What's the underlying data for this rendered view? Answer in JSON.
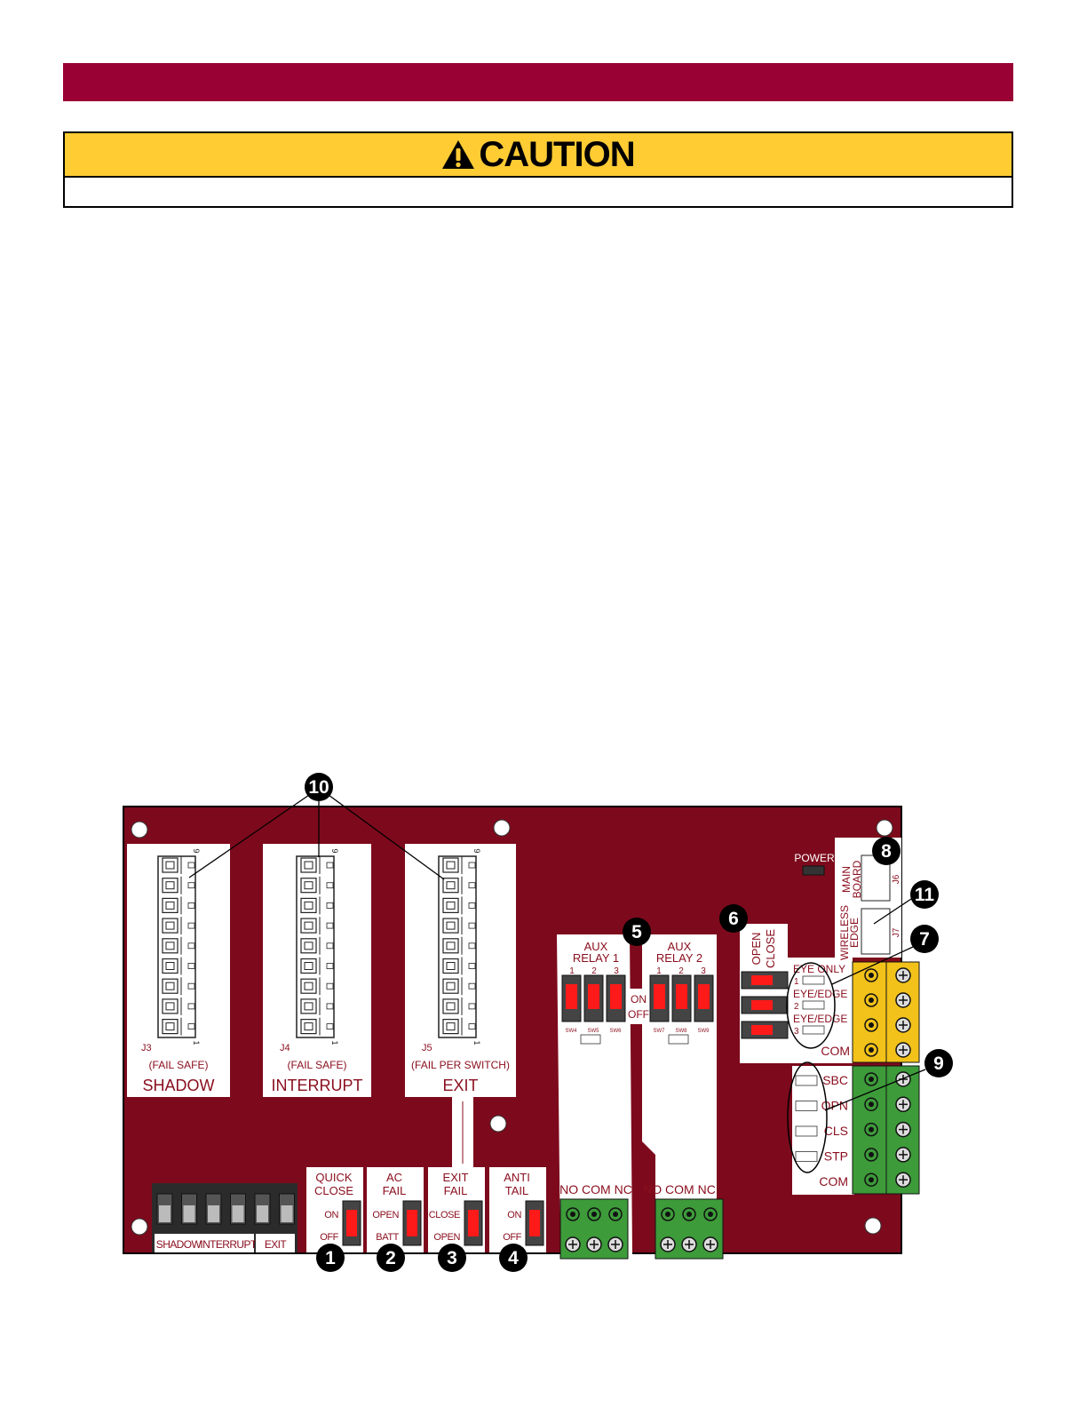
{
  "caution": {
    "word": "CAUTION"
  },
  "board": {
    "colors": {
      "board": "#7d0a1c",
      "label_text": "#8a0e1e",
      "switch_red": "#ff1a1a",
      "terminal_yellow": "#f2c21a",
      "terminal_green": "#3d9b3a"
    },
    "connectors": [
      {
        "ref": "J3",
        "note": "(FAIL SAFE)",
        "name": "SHADOW",
        "pin_top": "9",
        "pin_bottom": "1"
      },
      {
        "ref": "J4",
        "note": "(FAIL SAFE)",
        "name": "INTERRUPT",
        "pin_top": "9",
        "pin_bottom": "1"
      },
      {
        "ref": "J5",
        "note": "(FAIL PER SWITCH)",
        "name": "EXIT",
        "pin_top": "9",
        "pin_bottom": "1"
      }
    ],
    "dip_block_labels": [
      "SHADOW",
      "INTERRUPT",
      "EXIT"
    ],
    "switches": [
      {
        "line1": "QUICK",
        "line2": "CLOSE",
        "top": "ON",
        "bottom": "OFF",
        "callout": "1"
      },
      {
        "line1": "AC",
        "line2": "FAIL",
        "top": "OPEN",
        "bottom": "BATT",
        "callout": "2"
      },
      {
        "line1": "EXIT",
        "line2": "FAIL",
        "top": "CLOSE",
        "bottom": "OPEN",
        "callout": "3"
      },
      {
        "line1": "ANTI",
        "line2": "TAIL",
        "top": "ON",
        "bottom": "OFF",
        "callout": "4"
      }
    ],
    "relays": [
      {
        "line1": "AUX",
        "line2": "RELAY 1",
        "numbers": [
          "1",
          "2",
          "3"
        ],
        "sw": [
          "SW4",
          "SW5",
          "SW6"
        ],
        "terminals": "NO COM NC"
      },
      {
        "line1": "AUX",
        "line2": "RELAY 2",
        "numbers": [
          "1",
          "2",
          "3"
        ],
        "sw": [
          "SW7",
          "SW8",
          "SW9"
        ],
        "terminals": "NO COM NC"
      }
    ],
    "on_label": "ON",
    "off_label": "OFF",
    "open_close": {
      "line1": "OPEN",
      "line2": "CLOSE"
    },
    "eye_modes": [
      {
        "label": "EYE ONLY",
        "num": "1"
      },
      {
        "label": "EYE/EDGE",
        "num": "2"
      },
      {
        "label": "EYE/EDGE",
        "num": "3"
      }
    ],
    "com_label": "COM",
    "power_label": "POWER",
    "main_board": {
      "line1": "MAIN",
      "line2": "BOARD",
      "ref": "J6"
    },
    "wireless_edge": {
      "line1": "WIRELESS",
      "line2": "EDGE",
      "ref": "J7"
    },
    "inputs": [
      "SBC",
      "OPN",
      "CLS",
      "STP",
      "COM"
    ],
    "callouts": {
      "aux_relay": "5",
      "open_close": "6",
      "eye": "7",
      "board_connector": "8",
      "inputs": "9",
      "connectors": "10",
      "wireless": "11"
    }
  }
}
